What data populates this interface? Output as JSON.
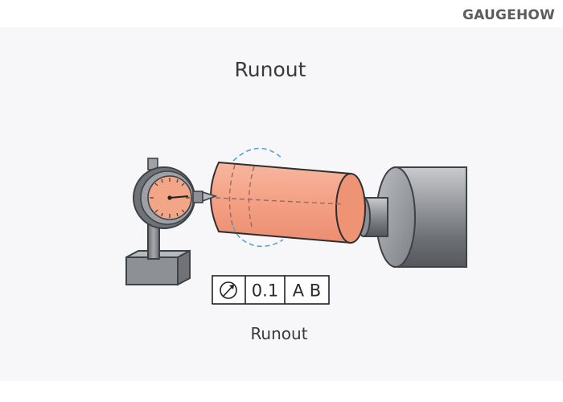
{
  "brand": {
    "name": "GAUGEHOW"
  },
  "diagram": {
    "title": "Runout",
    "caption": "Runout"
  },
  "control_frame": {
    "symbol_icon": "runout-arrow-icon",
    "tolerance": "0.1",
    "datums": "A B"
  },
  "colors": {
    "part": "#f4a58a",
    "chuck": "#8a8d92",
    "gauge_face": "#f2a587",
    "runout_path": "#5aa0d2"
  }
}
